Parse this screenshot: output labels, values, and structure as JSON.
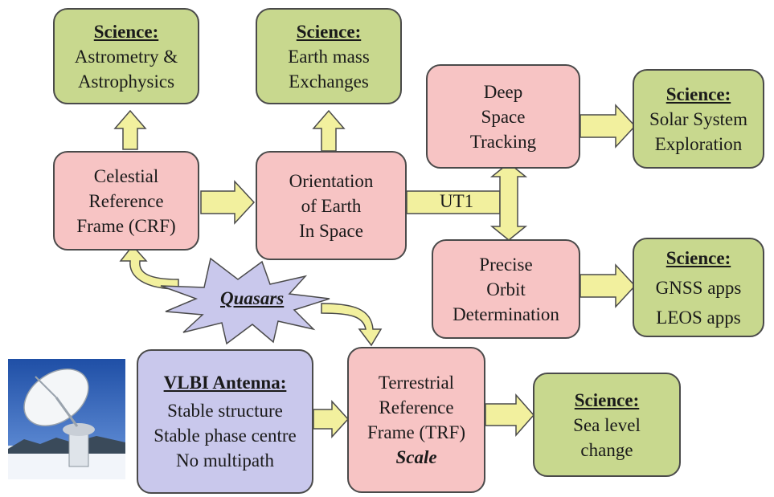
{
  "boxes": {
    "sci_astro": {
      "title": "Science:",
      "lines": [
        "Astrometry &",
        "Astrophysics"
      ]
    },
    "sci_earth": {
      "title": "Science:",
      "lines": [
        "Earth mass",
        "Exchanges"
      ]
    },
    "deep_space": {
      "lines": [
        "Deep",
        "Space",
        "Tracking"
      ]
    },
    "sci_solar": {
      "title": "Science:",
      "lines": [
        "Solar System",
        "Exploration"
      ]
    },
    "crf": {
      "lines": [
        "Celestial",
        "Reference",
        "Frame (CRF)"
      ]
    },
    "orientation": {
      "lines": [
        "Orientation",
        "of Earth",
        "In Space"
      ]
    },
    "pod": {
      "lines": [
        "Precise",
        "Orbit",
        "Determination"
      ]
    },
    "sci_gnss": {
      "title": "Science:",
      "lines": [
        "GNSS apps",
        "LEOS apps"
      ]
    },
    "vlbi": {
      "title": "VLBI Antenna:",
      "lines": [
        "Stable structure",
        "Stable phase centre",
        "No multipath"
      ]
    },
    "trf": {
      "lines": [
        "Terrestrial",
        "Reference",
        "Frame (TRF)"
      ],
      "emphasis": "Scale"
    },
    "sci_sea": {
      "title": "Science:",
      "lines": [
        "Sea level",
        "change"
      ]
    }
  },
  "labels": {
    "ut1": "UT1",
    "quasars": "Quasars"
  },
  "colors": {
    "pink": "#f7c4c4",
    "green": "#c8d88e",
    "purple": "#c9c8ec",
    "arrow": "#f2f09e",
    "star": "#c9c8ec"
  },
  "photo_icon": "radio-telescope-dish"
}
